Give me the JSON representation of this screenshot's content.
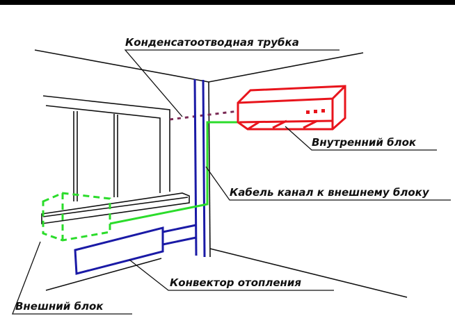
{
  "labels": {
    "drain_tube": "Конденсатоотводная трубка",
    "indoor_unit": "Внутренний блок",
    "cable_channel": "Кабель канал к внешнему блоку",
    "convector": "Конвектор отопления",
    "outdoor_unit": "Внешний блок"
  },
  "colors": {
    "indoor_unit": "#e8141c",
    "outdoor_unit": "#2bdc2b",
    "cable_line": "#2bdc2b",
    "channel_and_convector": "#1a1aa6",
    "drain_tube": "#7a2a55",
    "outline": "#111111"
  }
}
